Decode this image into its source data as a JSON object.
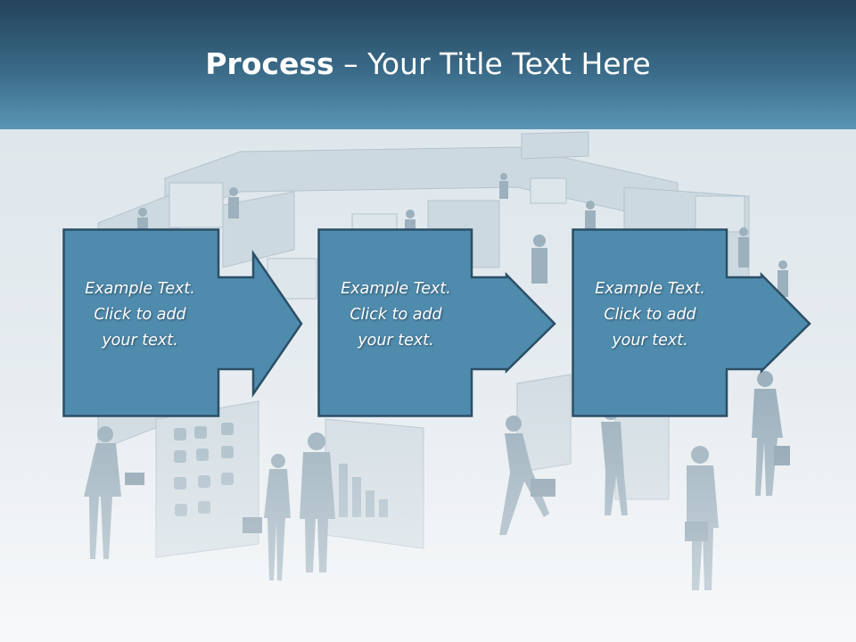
{
  "slide": {
    "title_bold": "Process",
    "title_rest": " – Your Title Text Here"
  },
  "steps": [
    {
      "line1": "Example Text.",
      "line2": "Click  to add",
      "line3": "your text."
    },
    {
      "line1": "Example Text.",
      "line2": "Click  to add",
      "line3": "your text."
    },
    {
      "line1": "Example Text.",
      "line2": "Click  to add",
      "line3": "your text."
    }
  ],
  "colors": {
    "header_top": "#24435a",
    "header_bottom": "#5a95b5",
    "arrow_fill": "#4f8bad",
    "arrow_border": "#2b4f66",
    "background": "#e9eef1"
  }
}
